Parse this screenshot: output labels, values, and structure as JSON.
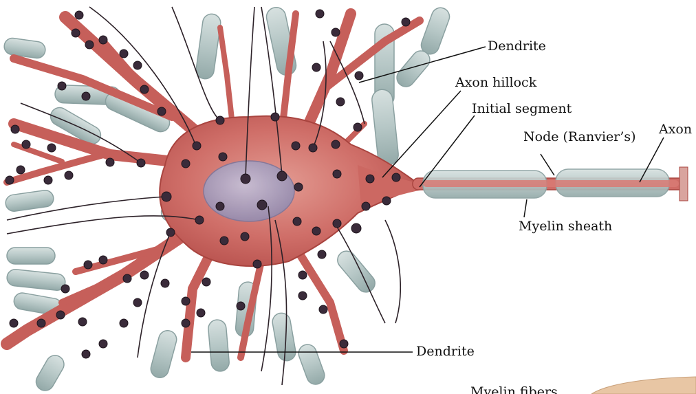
{
  "labels": {
    "dendrite_top": "Dendrite",
    "axon_hillock": "Axon hillock",
    "initial_segment": "Initial segment",
    "node": "Node (Ranvier’s)",
    "axon": "Axon",
    "myelin_sheath": "Myelin sheath",
    "dendrite_bottom": "Dendrite",
    "partial_bottom": "Myelin fibers"
  },
  "colors": {
    "neuron_body": "#c9605c",
    "neuron_highlight": "#e39b92",
    "nucleus": "#a8a3c4",
    "myelin": "#b9c9c9",
    "bouton": "#3a2b3a",
    "fiber": "#2c2128",
    "leader": "#111111"
  }
}
